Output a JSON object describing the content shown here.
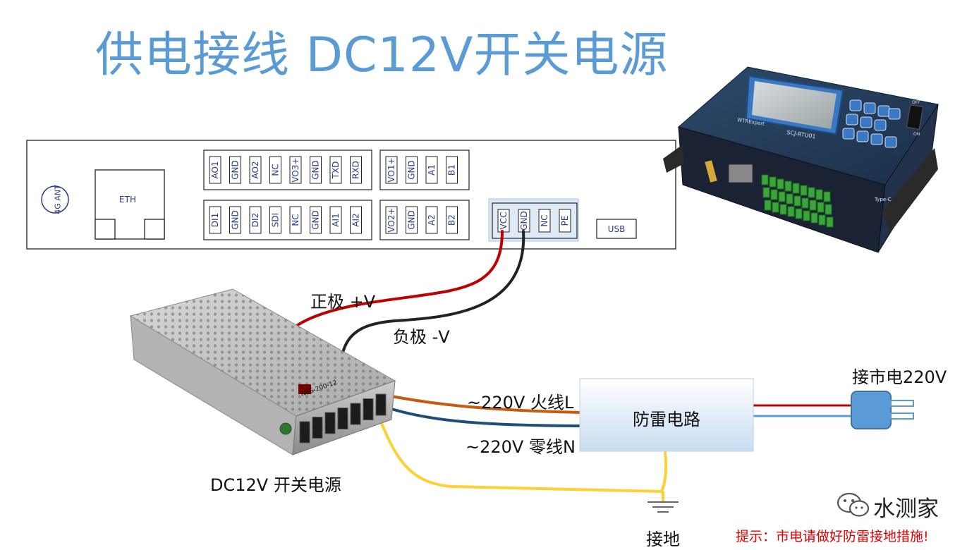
{
  "title": "供电接线 DC12V开关电源",
  "panel": {
    "antenna_label": "4G ANT",
    "eth_label": "ETH",
    "usb_label": "USB",
    "terminal_groups": [
      [
        "AO1",
        "GND",
        "AO2",
        "NC",
        "VO3+",
        "GND",
        "TXD",
        "RXD"
      ],
      [
        "VO1+",
        "GND",
        "A1",
        "B1"
      ],
      [
        "DI1",
        "GND",
        "DI2",
        "SDI",
        "NC",
        "GND",
        "AI1",
        "AI2"
      ],
      [
        "VO2+",
        "GND",
        "A2",
        "B2"
      ],
      [
        "VCC",
        "GND",
        "NC",
        "PE"
      ]
    ]
  },
  "device": {
    "model_label": "SCJ-RTU01",
    "brand_label": "WTRExpert",
    "switch_off": "OFF",
    "switch_on": "ON",
    "usb_type": "Type-C"
  },
  "psu": {
    "model_label": "NES-200-12"
  },
  "labels": {
    "positive": "正极 +V",
    "negative": "负极 -V",
    "live": "~220V 火线L",
    "neutral": "~220V 零线N",
    "surge": "防雷电路",
    "mains": "接市电220V",
    "psu_caption": "DC12V 开关电源",
    "ground": "接地"
  },
  "tip": "提示：市电请做好防雷接地措施!",
  "watermark": "水测家",
  "colors": {
    "title": "#5b9bd5",
    "positive_wire": "#c00000",
    "negative_wire": "#222222",
    "live_wire": "#c55a11",
    "neutral_wire": "#1f4e79",
    "ground_wire": "#ffd033",
    "tip": "#e00000"
  }
}
